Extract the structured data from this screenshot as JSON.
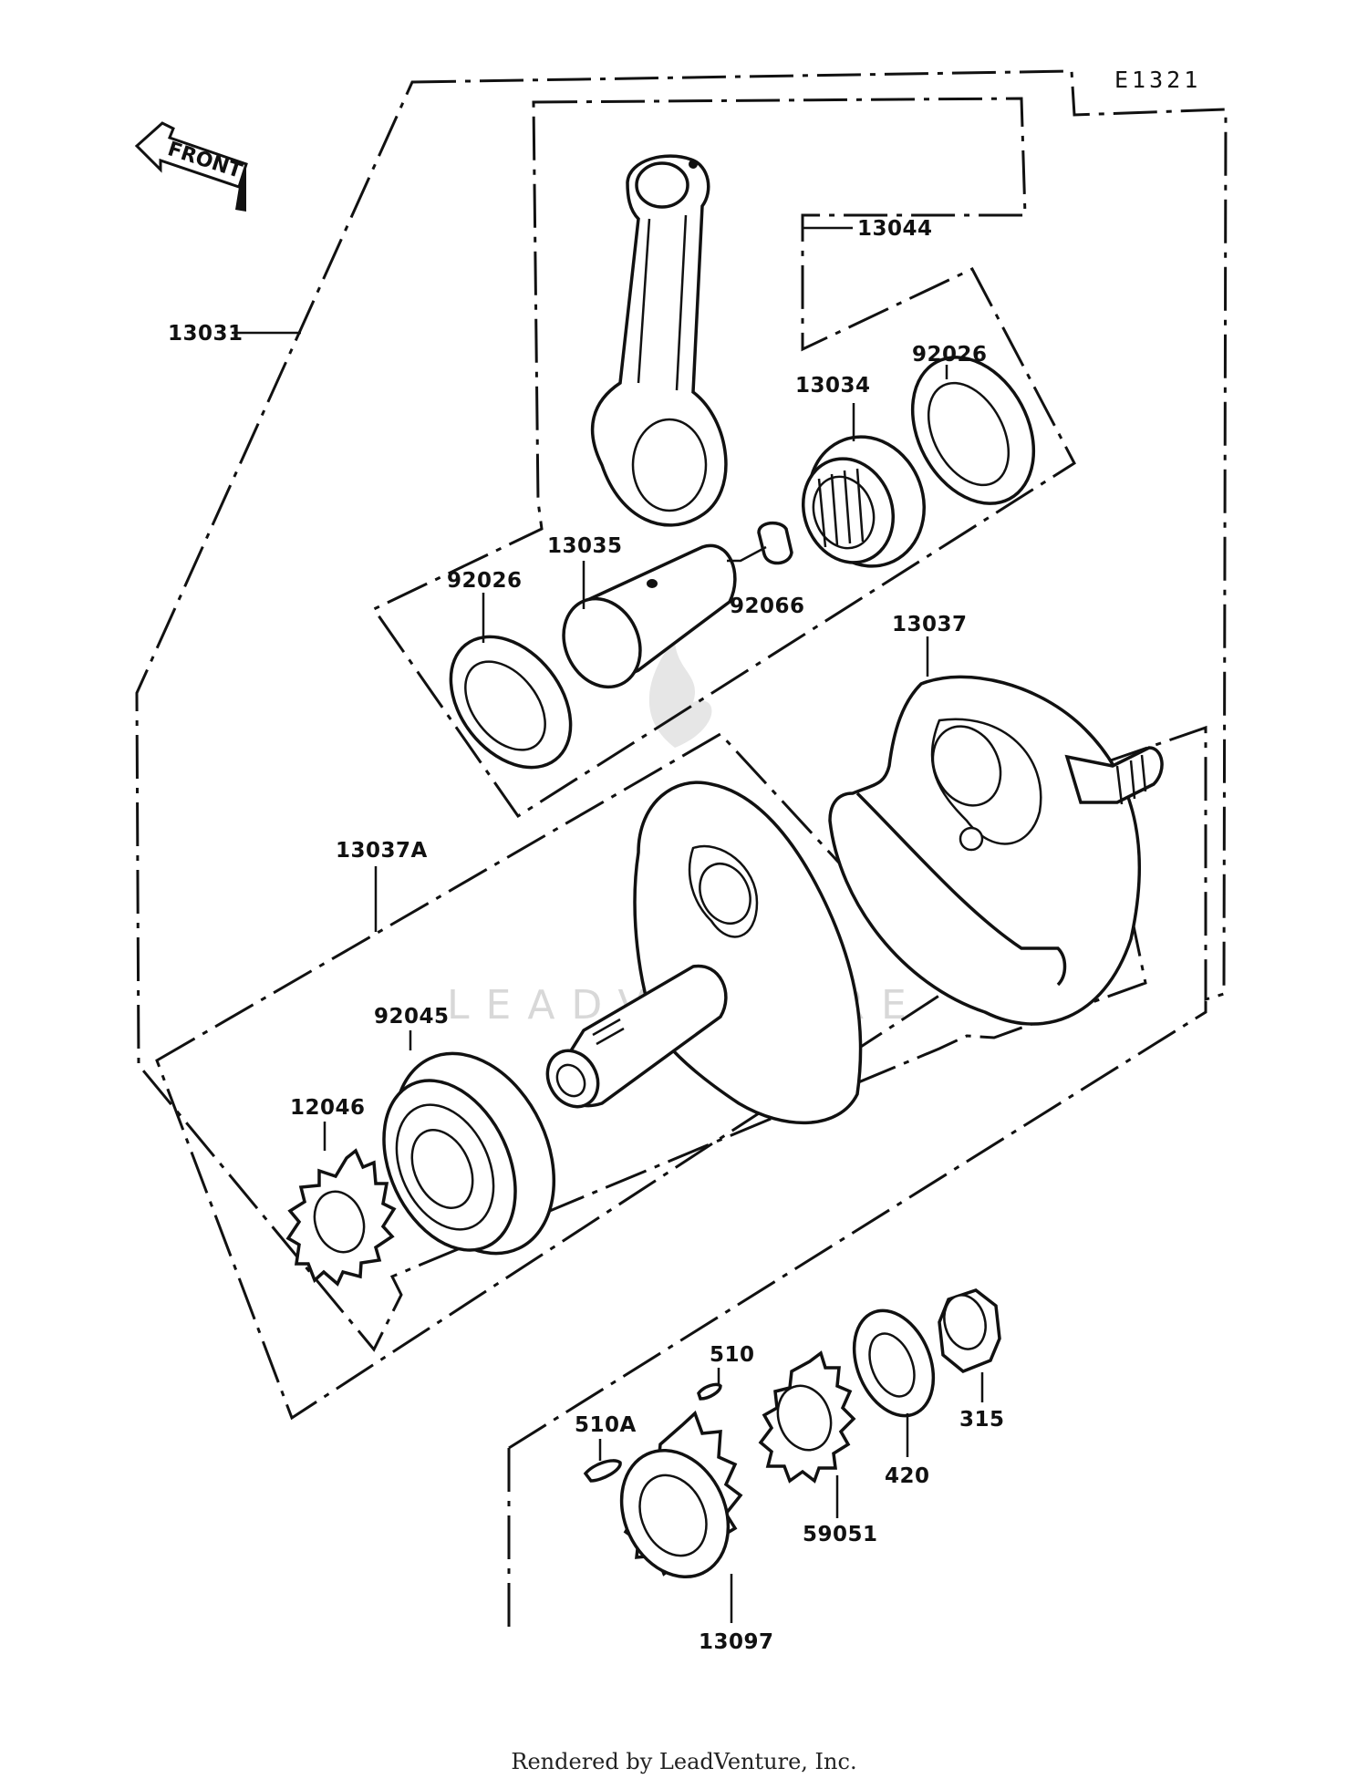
{
  "diagram_code": "E1321",
  "front_label": "FRONT",
  "watermark": "LEADVENTURE",
  "footer": "Rendered by LeadVenture, Inc.",
  "parts": {
    "p13031": "13031",
    "p13044": "13044",
    "p13034": "13034",
    "p92026_top": "92026",
    "p92026_left": "92026",
    "p13035": "13035",
    "p92066": "92066",
    "p13037": "13037",
    "p13037A": "13037A",
    "p92045": "92045",
    "p12046": "12046",
    "p510": "510",
    "p510A": "510A",
    "p59051": "59051",
    "p420": "420",
    "p315": "315",
    "p13097": "13097"
  }
}
